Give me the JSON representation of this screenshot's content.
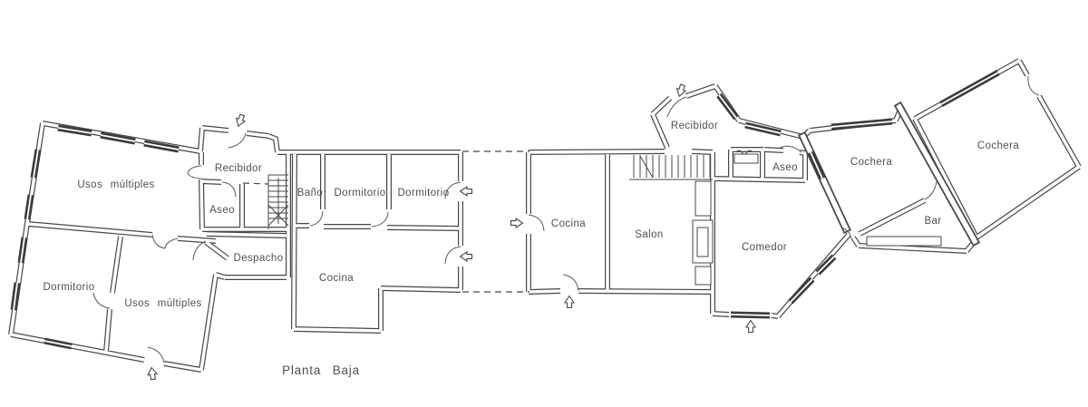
{
  "title": "Planta Baja",
  "colors": {
    "ink": "#474747",
    "text": "#4f4f4f",
    "background": "#ffffff"
  },
  "labels": {
    "usos_multiples_1": "Usos múltiples",
    "recibidor_1": "Recibidor",
    "aseo_1": "Aseo",
    "despacho": "Despacho",
    "dormitorio_1": "Dormitorio",
    "usos_multiples_2": "Usos múltiples",
    "bano": "Baño",
    "dormitorio_2": "Dormitorio",
    "dormitorio_3": "Dormitorio",
    "cocina_1": "Cocina",
    "cocina_2": "Cocina",
    "salon": "Salon",
    "recibidor_2": "Recibidor",
    "aseo_2": "Aseo",
    "comedor": "Comedor",
    "cochera_1": "Cochera",
    "bar": "Bar",
    "cochera_2": "Cochera"
  }
}
